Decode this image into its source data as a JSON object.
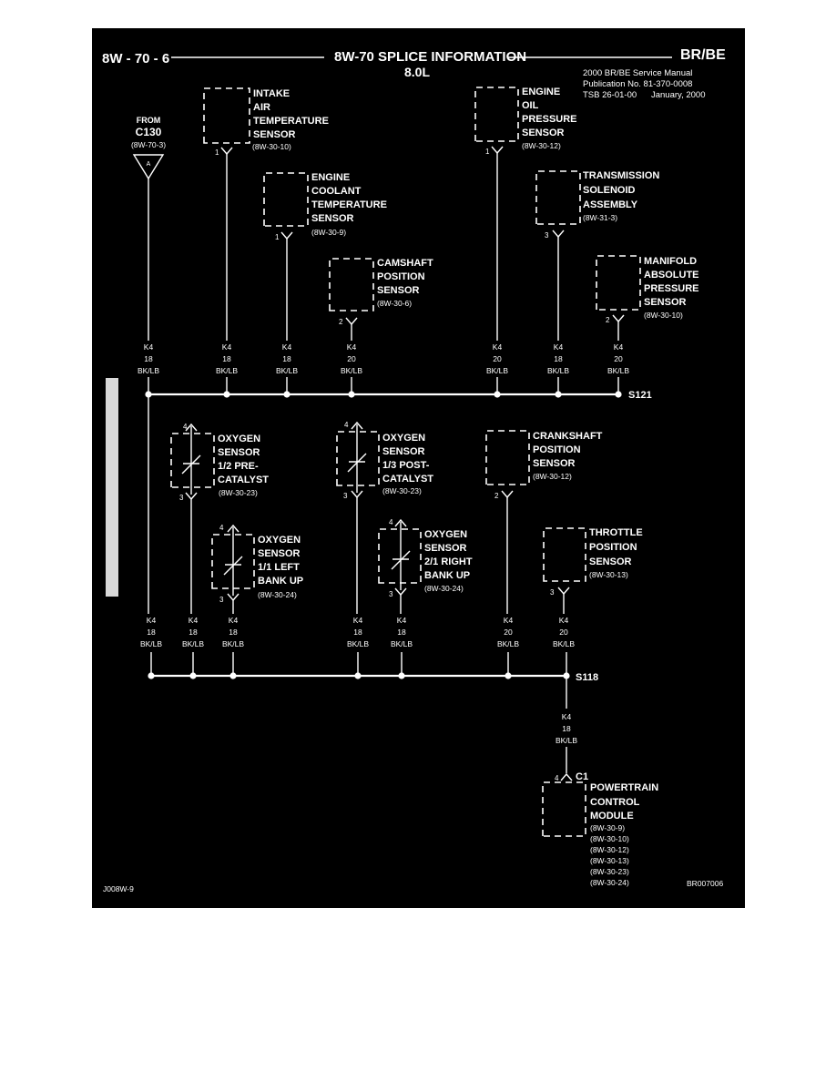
{
  "header": {
    "page_ref": "8W - 70 - 6",
    "title": "8W-70 SPLICE INFORMATION",
    "subtitle": "8.0L",
    "model": "BR/BE",
    "manual_info": [
      "2000 BR/BE Service Manual",
      "Publication No. 81-370-0008",
      "TSB 26-01-00      January, 2000"
    ]
  },
  "from_connector": {
    "label": "FROM",
    "name": "C130",
    "ref": "(8W-70-3)"
  },
  "components": {
    "iat": {
      "name": [
        "INTAKE",
        "AIR",
        "TEMPERATURE",
        "SENSOR"
      ],
      "ref": "(8W-30-10)",
      "pin": "1"
    },
    "ect": {
      "name": [
        "ENGINE",
        "COOLANT",
        "TEMPERATURE",
        "SENSOR"
      ],
      "ref": "(8W-30-9)",
      "pin": "1"
    },
    "cmp": {
      "name": [
        "CAMSHAFT",
        "POSITION",
        "SENSOR"
      ],
      "ref": "(8W-30-6)",
      "pin": "2"
    },
    "eop": {
      "name": [
        "ENGINE",
        "OIL",
        "PRESSURE",
        "SENSOR"
      ],
      "ref": "(8W-30-12)",
      "pin": "1"
    },
    "tsa": {
      "name": [
        "TRANSMISSION",
        "SOLENOID",
        "ASSEMBLY"
      ],
      "ref": "(8W-31-3)",
      "pin": "3"
    },
    "map": {
      "name": [
        "MANIFOLD",
        "ABSOLUTE",
        "PRESSURE",
        "SENSOR"
      ],
      "ref": "(8W-30-10)",
      "pin": "2"
    },
    "o2_12": {
      "name": [
        "OXYGEN",
        "SENSOR",
        "1/2 PRE-",
        "CATALYST"
      ],
      "ref": "(8W-30-23)",
      "pin_top": "4",
      "pin_bot": "3"
    },
    "o2_13": {
      "name": [
        "OXYGEN",
        "SENSOR",
        "1/3 POST-",
        "CATALYST"
      ],
      "ref": "(8W-30-23)",
      "pin_top": "4",
      "pin_bot": "3"
    },
    "ckp": {
      "name": [
        "CRANKSHAFT",
        "POSITION",
        "SENSOR"
      ],
      "ref": "(8W-30-12)",
      "pin": "2"
    },
    "o2_11": {
      "name": [
        "OXYGEN",
        "SENSOR",
        "1/1 LEFT",
        "BANK UP"
      ],
      "ref": "(8W-30-24)",
      "pin_top": "4",
      "pin_bot": "3"
    },
    "o2_21": {
      "name": [
        "OXYGEN",
        "SENSOR",
        "2/1 RIGHT",
        "BANK UP"
      ],
      "ref": "(8W-30-24)",
      "pin_top": "4",
      "pin_bot": "3"
    },
    "tps": {
      "name": [
        "THROTTLE",
        "POSITION",
        "SENSOR"
      ],
      "ref": "(8W-30-13)",
      "pin": "3"
    },
    "pcm": {
      "name": [
        "POWERTRAIN",
        "CONTROL",
        "MODULE"
      ],
      "refs": [
        "(8W-30-9)",
        "(8W-30-10)",
        "(8W-30-12)",
        "(8W-30-13)",
        "(8W-30-23)",
        "(8W-30-24)"
      ],
      "pin": "4",
      "connector": "C1"
    }
  },
  "wires": {
    "upper": [
      {
        "circuit": "K4",
        "gauge": "18",
        "color": "BK/LB"
      },
      {
        "circuit": "K4",
        "gauge": "18",
        "color": "BK/LB"
      },
      {
        "circuit": "K4",
        "gauge": "18",
        "color": "BK/LB"
      },
      {
        "circuit": "K4",
        "gauge": "20",
        "color": "BK/LB"
      },
      {
        "circuit": "K4",
        "gauge": "20",
        "color": "BK/LB"
      },
      {
        "circuit": "K4",
        "gauge": "18",
        "color": "BK/LB"
      },
      {
        "circuit": "K4",
        "gauge": "20",
        "color": "BK/LB"
      }
    ],
    "lower": [
      {
        "circuit": "K4",
        "gauge": "18",
        "color": "BK/LB"
      },
      {
        "circuit": "K4",
        "gauge": "18",
        "color": "BK/LB"
      },
      {
        "circuit": "K4",
        "gauge": "18",
        "color": "BK/LB"
      },
      {
        "circuit": "K4",
        "gauge": "18",
        "color": "BK/LB"
      },
      {
        "circuit": "K4",
        "gauge": "18",
        "color": "BK/LB"
      },
      {
        "circuit": "K4",
        "gauge": "20",
        "color": "BK/LB"
      },
      {
        "circuit": "K4",
        "gauge": "20",
        "color": "BK/LB"
      }
    ],
    "pcm": {
      "circuit": "K4",
      "gauge": "18",
      "color": "BK/LB"
    }
  },
  "splices": {
    "upper": "S121",
    "lower": "S118"
  },
  "footer": {
    "left_code": "J008W-9",
    "right_code": "BR007006"
  }
}
